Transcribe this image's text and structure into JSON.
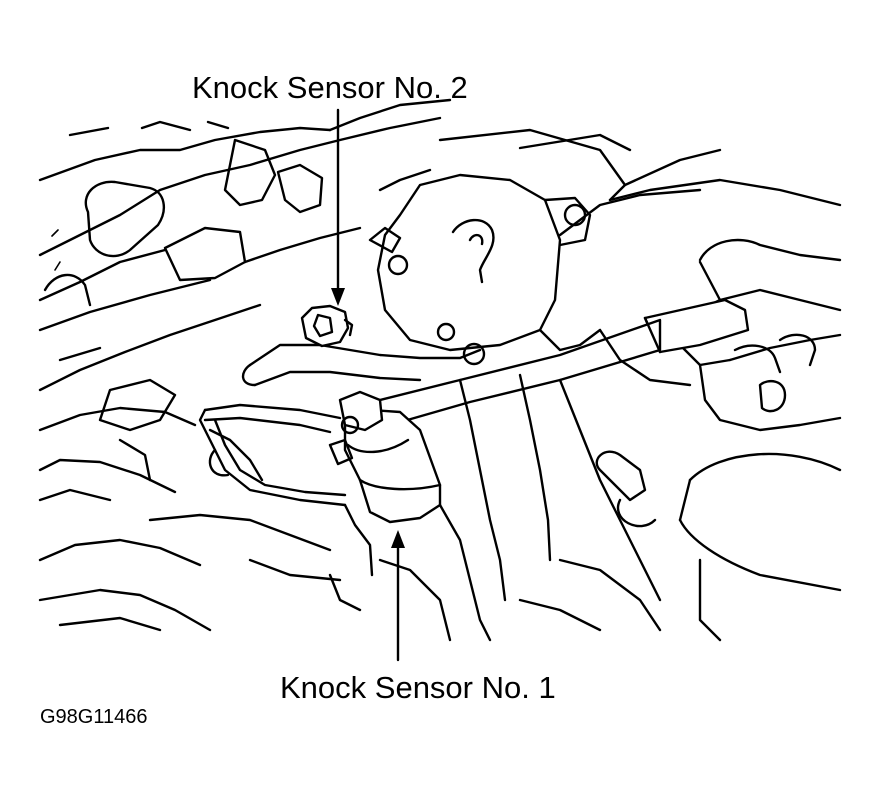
{
  "labels": {
    "knock_sensor_2": "Knock Sensor No. 2",
    "knock_sensor_1": "Knock Sensor No. 1",
    "figure_code": "G98G11466"
  },
  "colors": {
    "line": "#000000",
    "background": "#ffffff"
  }
}
